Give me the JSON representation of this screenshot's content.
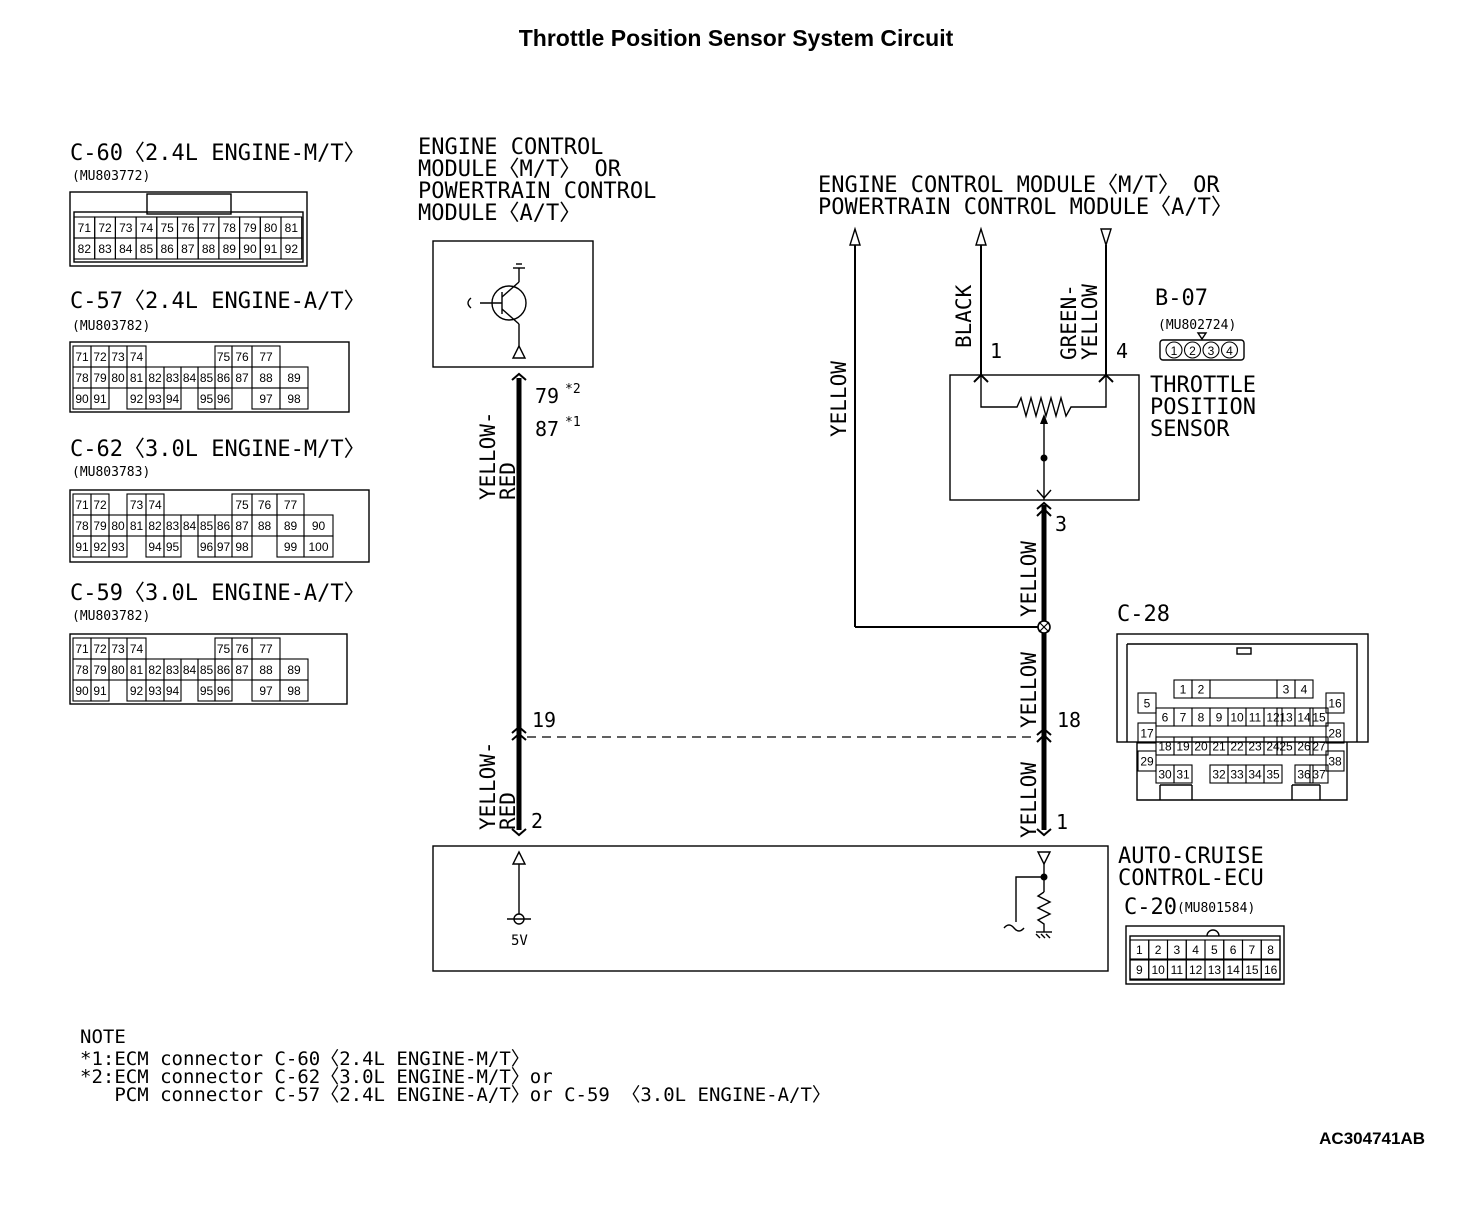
{
  "title": "Throttle Position Sensor System Circuit",
  "figure_code": "AC304741AB",
  "connectors_left": [
    {
      "name": "C-60〈2.4L ENGINE-M/T〉",
      "part": "(MU803772)",
      "rows": [
        [
          "71",
          "72",
          "73",
          "74",
          "75",
          "76",
          "77",
          "78",
          "79",
          "80",
          "81"
        ],
        [
          "82",
          "83",
          "84",
          "85",
          "86",
          "87",
          "88",
          "89",
          "90",
          "91",
          "92"
        ]
      ]
    },
    {
      "name": "C-57〈2.4L ENGINE-A/T〉",
      "part": "(MU803782)",
      "rows": [
        [
          "71",
          "72",
          "73",
          "74",
          "",
          "",
          "",
          "",
          "75",
          "76",
          "77"
        ],
        [
          "78",
          "79",
          "80",
          "81",
          "82",
          "83",
          "84",
          "85",
          "86",
          "87",
          "88",
          "89"
        ],
        [
          "90",
          "91",
          "",
          "92",
          "93",
          "94",
          "",
          "95",
          "96",
          "",
          "97",
          "98"
        ]
      ]
    },
    {
      "name": "C-62〈3.0L ENGINE-M/T〉",
      "part": "(MU803783)",
      "rows": [
        [
          "71",
          "72",
          "",
          "73",
          "74",
          "",
          "",
          "",
          "",
          "75",
          "76",
          "77"
        ],
        [
          "78",
          "79",
          "80",
          "81",
          "82",
          "83",
          "84",
          "85",
          "86",
          "87",
          "88",
          "89",
          "90"
        ],
        [
          "91",
          "92",
          "93",
          "",
          "94",
          "95",
          "",
          "96",
          "97",
          "98",
          "",
          "99",
          "100"
        ]
      ]
    },
    {
      "name": "C-59〈3.0L ENGINE-A/T〉",
      "part": "(MU803782)",
      "rows": [
        [
          "71",
          "72",
          "73",
          "74",
          "",
          "",
          "",
          "",
          "75",
          "76",
          "77"
        ],
        [
          "78",
          "79",
          "80",
          "81",
          "82",
          "83",
          "84",
          "85",
          "86",
          "87",
          "88",
          "89"
        ],
        [
          "90",
          "91",
          "",
          "92",
          "93",
          "94",
          "",
          "95",
          "96",
          "",
          "97",
          "98"
        ]
      ]
    }
  ],
  "ecm_left": {
    "label_lines": [
      "ENGINE CONTROL",
      "MODULE〈M/T〉 OR",
      "POWERTRAIN CONTROL",
      "MODULE〈A/T〉"
    ],
    "pin_top": "79",
    "pin_top_note": "*2",
    "pin_top2": "87",
    "pin_top2_note": "*1",
    "wire_color_lines": [
      "YELLOW-",
      "RED"
    ]
  },
  "ecm_right": {
    "label_lines": [
      "ENGINE CONTROL MODULE〈M/T〉 OR",
      "POWERTRAIN CONTROL MODULE〈A/T〉"
    ]
  },
  "tps": {
    "connector": "B-07",
    "part": "(MU802724)",
    "label_lines": [
      "THROTTLE",
      "POSITION",
      "SENSOR"
    ],
    "pins": [
      "1",
      "2",
      "3",
      "4"
    ],
    "pin1": "1",
    "pin4": "4",
    "pin3": "3",
    "wire1": "BLACK",
    "wire4_lines": [
      "GREEN-",
      "YELLOW"
    ],
    "wire_side": "YELLOW",
    "wire3": "YELLOW"
  },
  "c28": {
    "name": "C-28",
    "pins": [
      "1",
      "2",
      "3",
      "4",
      "5",
      "6",
      "7",
      "8",
      "9",
      "10",
      "11",
      "12",
      "13",
      "14",
      "15",
      "16",
      "17",
      "18",
      "19",
      "20",
      "21",
      "22",
      "23",
      "24",
      "25",
      "26",
      "27",
      "28",
      "29",
      "30",
      "31",
      "32",
      "33",
      "34",
      "35",
      "36",
      "37",
      "38"
    ]
  },
  "harness": {
    "left_pin": "19",
    "right_pin": "18",
    "right_wire_upper": "YELLOW",
    "right_wire_lower": "YELLOW"
  },
  "acc_ecu": {
    "label_lines": [
      "AUTO-CRUISE",
      "CONTROL-ECU"
    ],
    "connector": "C-20",
    "part": "(MU801584)",
    "pin_left": "2",
    "pin_right": "1",
    "voltage": "5V",
    "left_wire_lines": [
      "YELLOW-",
      "RED"
    ],
    "right_wire": "YELLOW",
    "pins": [
      [
        "1",
        "2",
        "3",
        "4",
        "5",
        "6",
        "7",
        "8"
      ],
      [
        "9",
        "10",
        "11",
        "12",
        "13",
        "14",
        "15",
        "16"
      ]
    ]
  },
  "notes": {
    "heading": "NOTE",
    "lines": [
      "*1:ECM connector C-60〈2.4L ENGINE-M/T〉",
      "*2:ECM connector C-62〈3.0L ENGINE-M/T〉or",
      "   PCM connector C-57〈2.4L ENGINE-A/T〉or C-59 〈3.0L ENGINE-A/T〉"
    ]
  }
}
